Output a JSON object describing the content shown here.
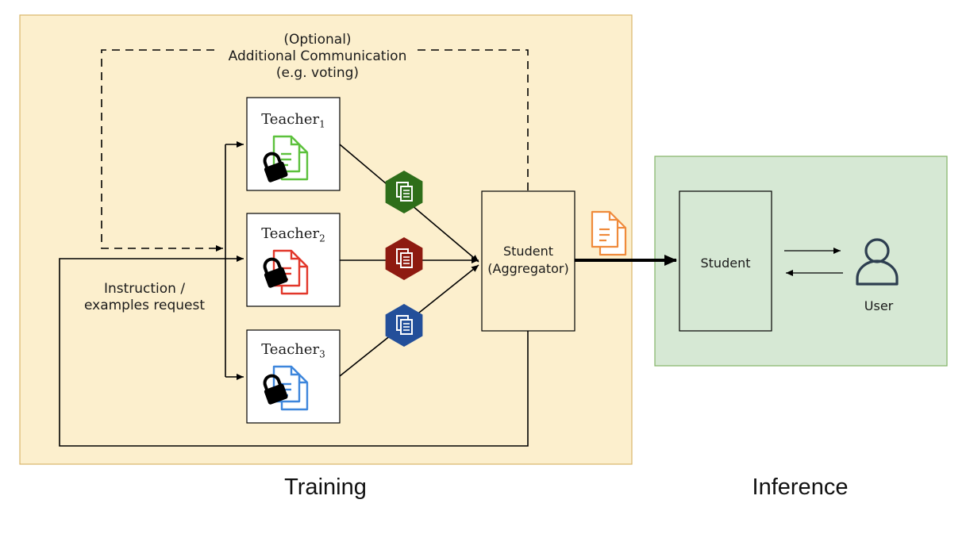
{
  "optional_comm": {
    "line1": "(Optional)",
    "line2": "Additional Communication",
    "line3": "(e.g. voting)"
  },
  "request_label": {
    "line1": "Instruction /",
    "line2": "examples request"
  },
  "teachers": [
    {
      "name": "Teacher",
      "sub": "1",
      "color": "#5cc13c",
      "badge_color": "#2e6e1a"
    },
    {
      "name": "Teacher",
      "sub": "2",
      "color": "#e2372a",
      "badge_color": "#8e1a10"
    },
    {
      "name": "Teacher",
      "sub": "3",
      "color": "#3d86dc",
      "badge_color": "#234f9a"
    }
  ],
  "aggregator": {
    "line1": "Student",
    "line2": "(Aggregator)"
  },
  "synthetic_doc_color": "#ef8a3b",
  "inference_student": "Student",
  "user_label": "User",
  "sections": {
    "training": "Training",
    "inference": "Inference"
  },
  "colors": {
    "training_bg": "#fcefcd",
    "training_border": "#d9b669",
    "inference_bg": "#d6e8d4",
    "inference_border": "#82b366"
  },
  "icons": [
    "lock-icon",
    "document-icon",
    "documents-badge-icon",
    "user-icon"
  ]
}
